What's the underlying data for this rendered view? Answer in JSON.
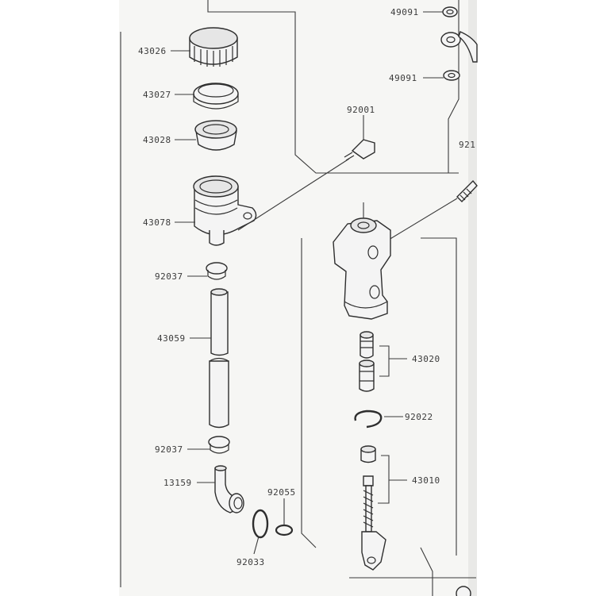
{
  "diagram": {
    "part_numbers": {
      "p43026": "43026",
      "p43027": "43027",
      "p43028": "43028",
      "p43078": "43078",
      "p92037_top": "92037",
      "p43059": "43059",
      "p92037_bottom": "92037",
      "p13159": "13159",
      "p92055": "92055",
      "p92033": "92033",
      "p49091_top": "49091",
      "p49091_bottom": "49091",
      "p92001": "92001",
      "p921_partial": "921",
      "p43020": "43020",
      "p92022": "92022",
      "p43010": "43010"
    }
  }
}
